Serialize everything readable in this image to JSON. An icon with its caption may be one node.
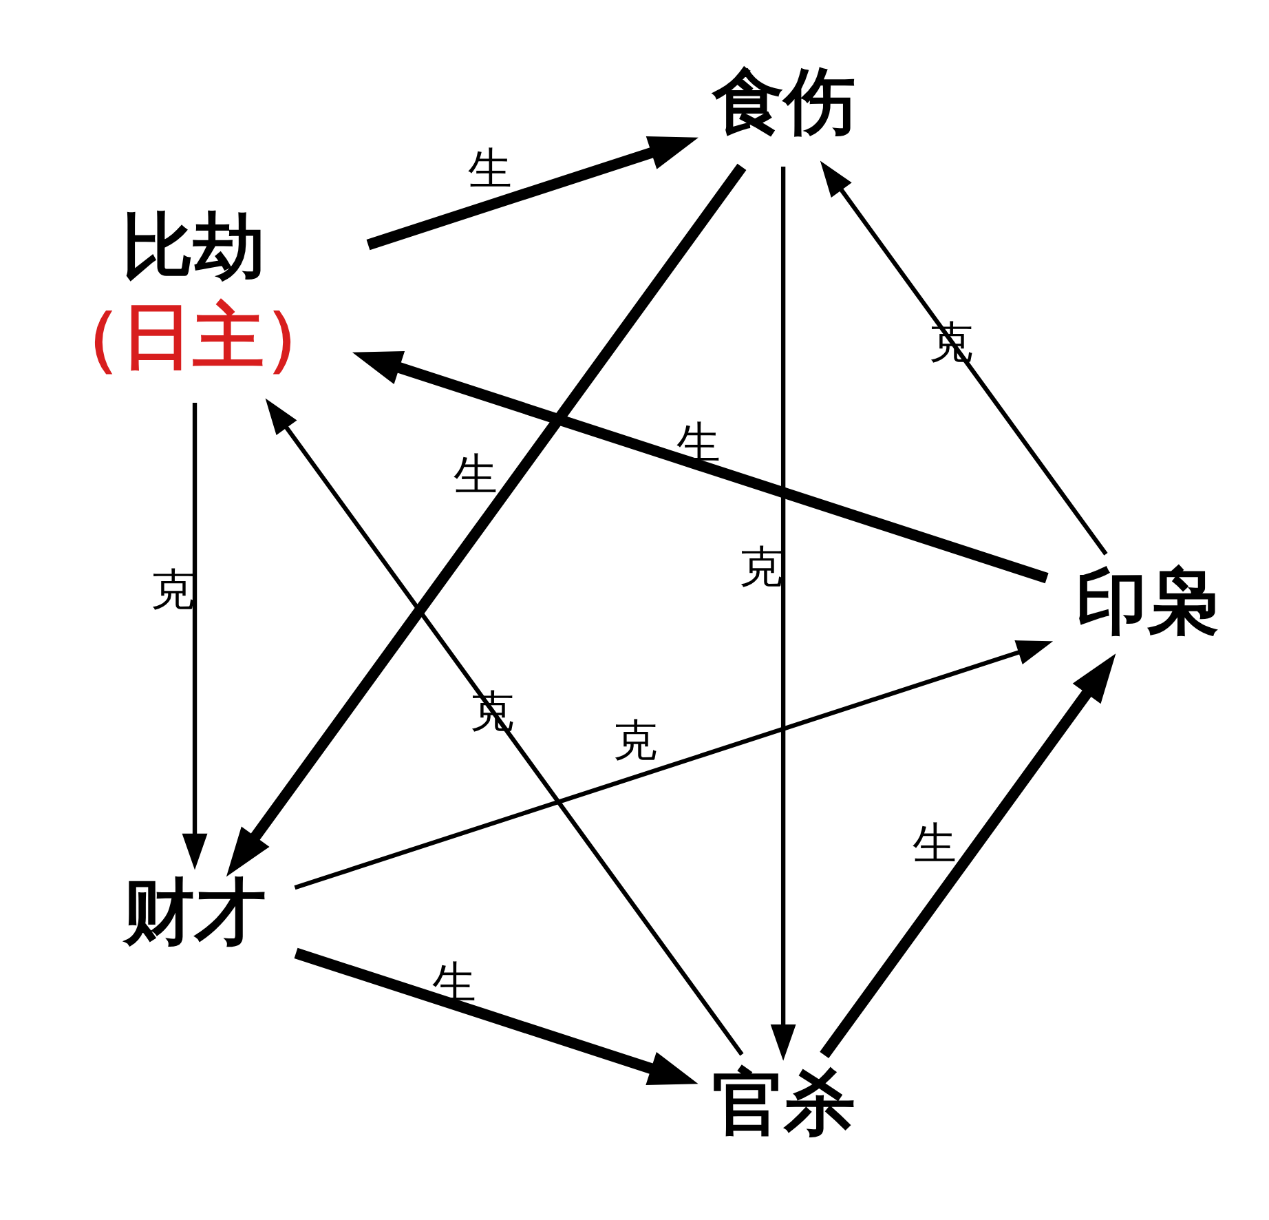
{
  "diagram": {
    "nodes": [
      {
        "text": [
          "官杀"
        ]
      },
      {
        "text": [
          "印枭"
        ]
      },
      {
        "text": [
          "比劫",
          "（日主）"
        ]
      },
      {
        "text": [
          "食伤"
        ]
      },
      {
        "text": [
          "财才"
        ]
      }
    ],
    "edges": [
      {
        "from": 0,
        "to": 1,
        "arrow": "to",
        "label": "生",
        "style": "thick"
      },
      {
        "from": 1,
        "to": 2,
        "arrow": "to",
        "label": "生",
        "style": "thick"
      },
      {
        "from": 2,
        "to": 3,
        "arrow": "to",
        "label": "生",
        "style": "thick"
      },
      {
        "from": 3,
        "to": 4,
        "arrow": "to",
        "label": "生",
        "style": "thick"
      },
      {
        "from": 4,
        "to": 0,
        "arrow": "to",
        "label": "生",
        "style": "thick"
      },
      {
        "from": 4,
        "to": 1,
        "arrow": "to",
        "label": "克"
      },
      {
        "from": 0,
        "to": 2,
        "arrow": "to",
        "label": "克"
      },
      {
        "from": 1,
        "to": 3,
        "arrow": "to",
        "label": "克"
      },
      {
        "from": 2,
        "to": 4,
        "arrow": "to",
        "label": "克"
      },
      {
        "from": 3,
        "to": 0,
        "arrow": "to",
        "label": "克"
      }
    ]
  }
}
